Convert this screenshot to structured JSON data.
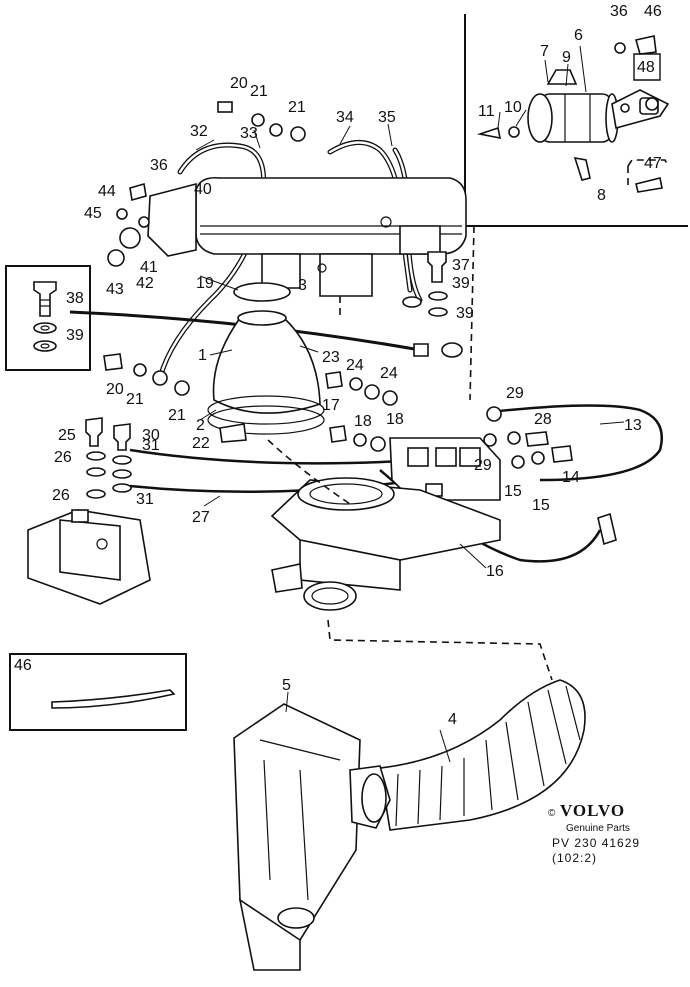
{
  "brand": {
    "copyright": "©",
    "name": "VOLVO",
    "tagline": "Genuine Parts",
    "reference": "PV 230 41629",
    "sub_reference": "(102:2)"
  },
  "callouts": [
    "36",
    "46",
    "7",
    "9",
    "6",
    "48",
    "11",
    "10",
    "47",
    "8",
    "20",
    "21",
    "21",
    "32",
    "33",
    "34",
    "35",
    "36",
    "40",
    "44",
    "45",
    "41",
    "42",
    "43",
    "19",
    "3",
    "37",
    "39",
    "39",
    "38",
    "39",
    "1",
    "23",
    "24",
    "24",
    "20",
    "21",
    "21",
    "2",
    "22",
    "17",
    "18",
    "18",
    "25",
    "30",
    "26",
    "31",
    "26",
    "31",
    "27",
    "29",
    "28",
    "13",
    "29",
    "14",
    "15",
    "15",
    "16",
    "46",
    "5",
    "4"
  ]
}
